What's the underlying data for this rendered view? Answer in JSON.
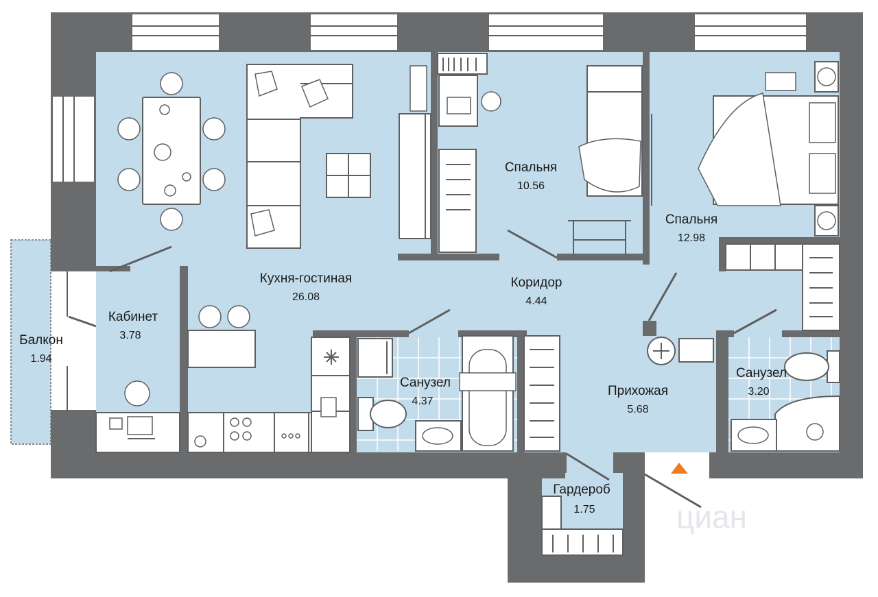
{
  "rooms": {
    "kitchen_living": {
      "name": "Кухня-гостиная",
      "area": "26.08"
    },
    "bedroom_1": {
      "name": "Спальня",
      "area": "10.56"
    },
    "bedroom_2": {
      "name": "Спальня",
      "area": "12.98"
    },
    "corridor": {
      "name": "Коридор",
      "area": "4.44"
    },
    "study": {
      "name": "Кабинет",
      "area": "3.78"
    },
    "balcony": {
      "name": "Балкон",
      "area": "1.94"
    },
    "bathroom_1": {
      "name": "Санузел",
      "area": "4.37"
    },
    "bathroom_2": {
      "name": "Санузел",
      "area": "3.20"
    },
    "hallway": {
      "name": "Прихожая",
      "area": "5.68"
    },
    "wardrobe": {
      "name": "Гардероб",
      "area": "1.75"
    }
  },
  "watermark": "циан",
  "colors": {
    "room": "#c3dceb",
    "wall": "#6a6b6d",
    "entrance_marker": "#f07b1f"
  },
  "icons": {
    "entrance": "triangle-up-icon"
  }
}
